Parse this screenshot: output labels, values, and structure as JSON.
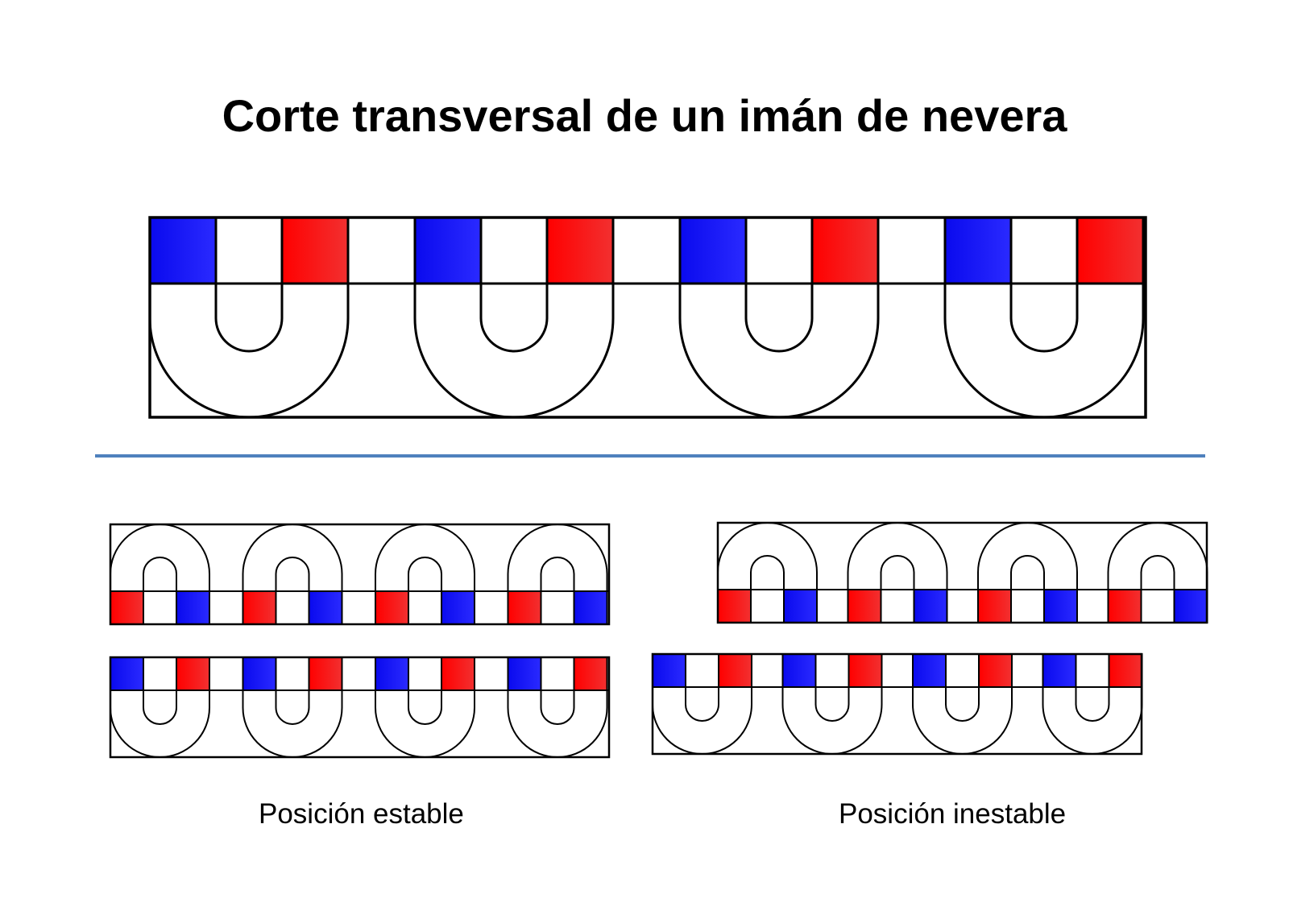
{
  "title": "Corte transversal de un imán de nevera",
  "captions": {
    "stable": "Posición estable",
    "unstable": "Posición inestable"
  },
  "colors": {
    "north_pole": "#ee1c1c",
    "south_pole": "#0a0aee",
    "divider": "#4f81bd",
    "outline": "#000000",
    "background": "#ffffff"
  },
  "magnet_strips": {
    "main_cross_section": {
      "magnets": 4,
      "orientation": "poles-up",
      "pole_order": [
        "blue",
        "red"
      ]
    },
    "stable_top": {
      "magnets": 4,
      "orientation": "poles-down",
      "pole_order": [
        "red",
        "blue"
      ]
    },
    "stable_bottom": {
      "magnets": 4,
      "orientation": "poles-up",
      "pole_order": [
        "blue",
        "red"
      ]
    },
    "unstable_top": {
      "magnets": 4,
      "orientation": "poles-down",
      "pole_order": [
        "red",
        "blue"
      ]
    },
    "unstable_bottom": {
      "magnets": 4,
      "orientation": "poles-up",
      "pole_order": [
        "blue",
        "red"
      ]
    }
  }
}
